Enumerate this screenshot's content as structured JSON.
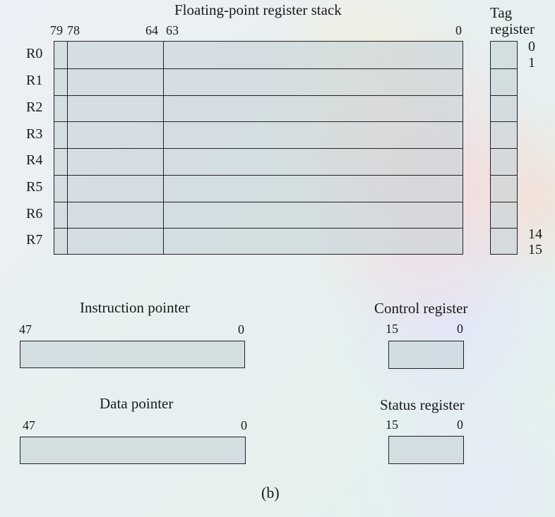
{
  "stack": {
    "title": "Floating-point register stack",
    "bit_labels": [
      "79",
      "78",
      "64",
      "63",
      "0"
    ],
    "registers": [
      "R0",
      "R1",
      "R2",
      "R3",
      "R4",
      "R5",
      "R6",
      "R7"
    ]
  },
  "tag": {
    "title_line1": "Tag",
    "title_line2": "register",
    "bit_labels": [
      "0",
      "1",
      "14",
      "15"
    ]
  },
  "instruction_pointer": {
    "title": "Instruction pointer",
    "high_bit": "47",
    "low_bit": "0"
  },
  "data_pointer": {
    "title": "Data pointer",
    "high_bit": "47",
    "low_bit": "0"
  },
  "control_register": {
    "title": "Control register",
    "high_bit": "15",
    "low_bit": "0"
  },
  "status_register": {
    "title": "Status register",
    "high_bit": "15",
    "low_bit": "0"
  },
  "caption": "(b)",
  "colors": {
    "box_fill": "#c6d4d8",
    "line": "#222222"
  }
}
